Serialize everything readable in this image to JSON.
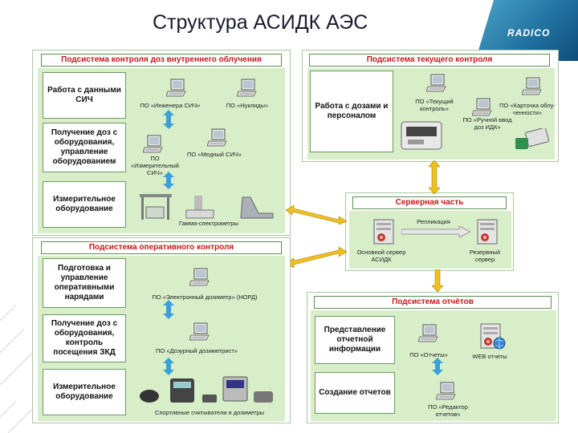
{
  "title": "Структура АСИДК АЭС",
  "logo": "RADICO",
  "internal": {
    "header": "Подсистема контроля доз внутреннего облучения",
    "rows": [
      {
        "label": "Работа с данными СИЧ",
        "caps": [
          "ПО «Инженера СИЧ»",
          "ПО «Нуклиды»"
        ]
      },
      {
        "label": "Получение доз с оборудования, управление оборудованием",
        "caps": [
          "ПО «Измерительный СИЧ»",
          "ПО «Медный СИЧ»"
        ]
      },
      {
        "label": "Измерительное оборудование",
        "caps": [
          "Гамма-спектрометры"
        ]
      }
    ]
  },
  "current": {
    "header": "Подсистема текущего контроля",
    "label": "Работа с дозами и персоналом",
    "caps": [
      "ПО «Текущий контроль»",
      "ПО «Карточка облу-ченности»",
      "ПО «Ручной ввод доз ИДК»"
    ]
  },
  "server": {
    "header": "Серверная часть",
    "replication": "Репликация",
    "main": "Основной сервер АСИДК",
    "backup": "Резервный сервер"
  },
  "operative": {
    "header": "Подсистема оперативного контроля",
    "rows": [
      {
        "label": "Подготовка и управление оперативными нарядами",
        "caps": [
          "ПО «Электронный дозиметр» (НОРД)"
        ]
      },
      {
        "label": "Получение доз с оборудования, контроль посещения ЗКД",
        "caps": [
          "ПО «Дозурный дозиметрист»"
        ]
      },
      {
        "label": "Измерительное оборудование",
        "caps": [
          "Спортивные считыватели и дозиметры"
        ]
      }
    ]
  },
  "reports": {
    "header": "Подсистема отчётов",
    "rows": [
      {
        "label": "Представление отчетной информации",
        "caps": [
          "ПО «Отчеты»",
          "WEB отчеты"
        ]
      },
      {
        "label": "Создание отчетов",
        "caps": [
          "ПО «Редактор отчетов»"
        ]
      }
    ]
  },
  "colors": {
    "section": "#d7eec9",
    "header_text": "#c2181a",
    "arrow_yellow": "#f0c020",
    "arrow_blue": "#3aa0d8"
  }
}
